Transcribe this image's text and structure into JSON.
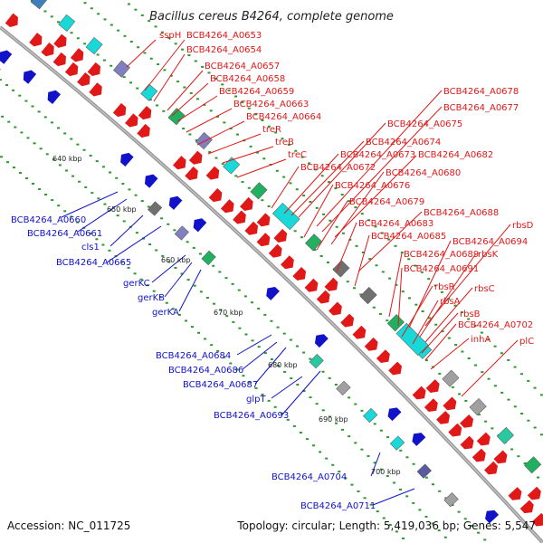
{
  "title": "Bacillus cereus B4264, complete genome",
  "footer": {
    "accession": "Accession: NC_011725",
    "stats": "Topology: circular; Length: 5,419,036 bp; Genes: 5,547"
  },
  "scale_ticks": [
    "640 kbp",
    "650 kbp",
    "660 kbp",
    "670 kbp",
    "680 kbp",
    "690 kbp",
    "700 kbp"
  ],
  "forward_genes": [
    "sspH",
    "BCB4264_A0653",
    "BCB4264_A0654",
    "BCB4264_A0657",
    "BCB4264_A0658",
    "BCB4264_A0659",
    "BCB4264_A0663",
    "BCB4264_A0664",
    "treR",
    "treB",
    "treC",
    "BCB4264_A0678",
    "BCB4264_A0677",
    "BCB4264_A0675",
    "BCB4264_A0674",
    "BCB4264_A0673",
    "BCB4264_A0682",
    "BCB4264_A0672",
    "BCB4264_A0680",
    "BCB4264_A0676",
    "BCB4264_A0679",
    "BCB4264_A0688",
    "BCB4264_A0683",
    "rbsD",
    "BCB4264_A0685",
    "BCB4264_A0694",
    "BCB4264_A0689",
    "rbsK",
    "BCB4264_A0691",
    "rbsC",
    "rbsR",
    "rbsA",
    "rbsB",
    "BCB4264_A0702",
    "inhA",
    "plC"
  ],
  "reverse_genes": [
    "BCB4264_A0660",
    "BCB4264_A0661",
    "cls1",
    "BCB4264_A0665",
    "gerKC",
    "gerKB",
    "gerKA",
    "BCB4264_A0684",
    "BCB4264_A0686",
    "BCB4264_A0687",
    "glpT",
    "BCB4264_A0693",
    "BCB4264_A0704",
    "BCB4264_A0711"
  ],
  "colors": {
    "forward": "#e01818",
    "reverse": "#1212c8",
    "backbone": "#8c8c8c",
    "gc_dots": "#2a9a2a"
  }
}
